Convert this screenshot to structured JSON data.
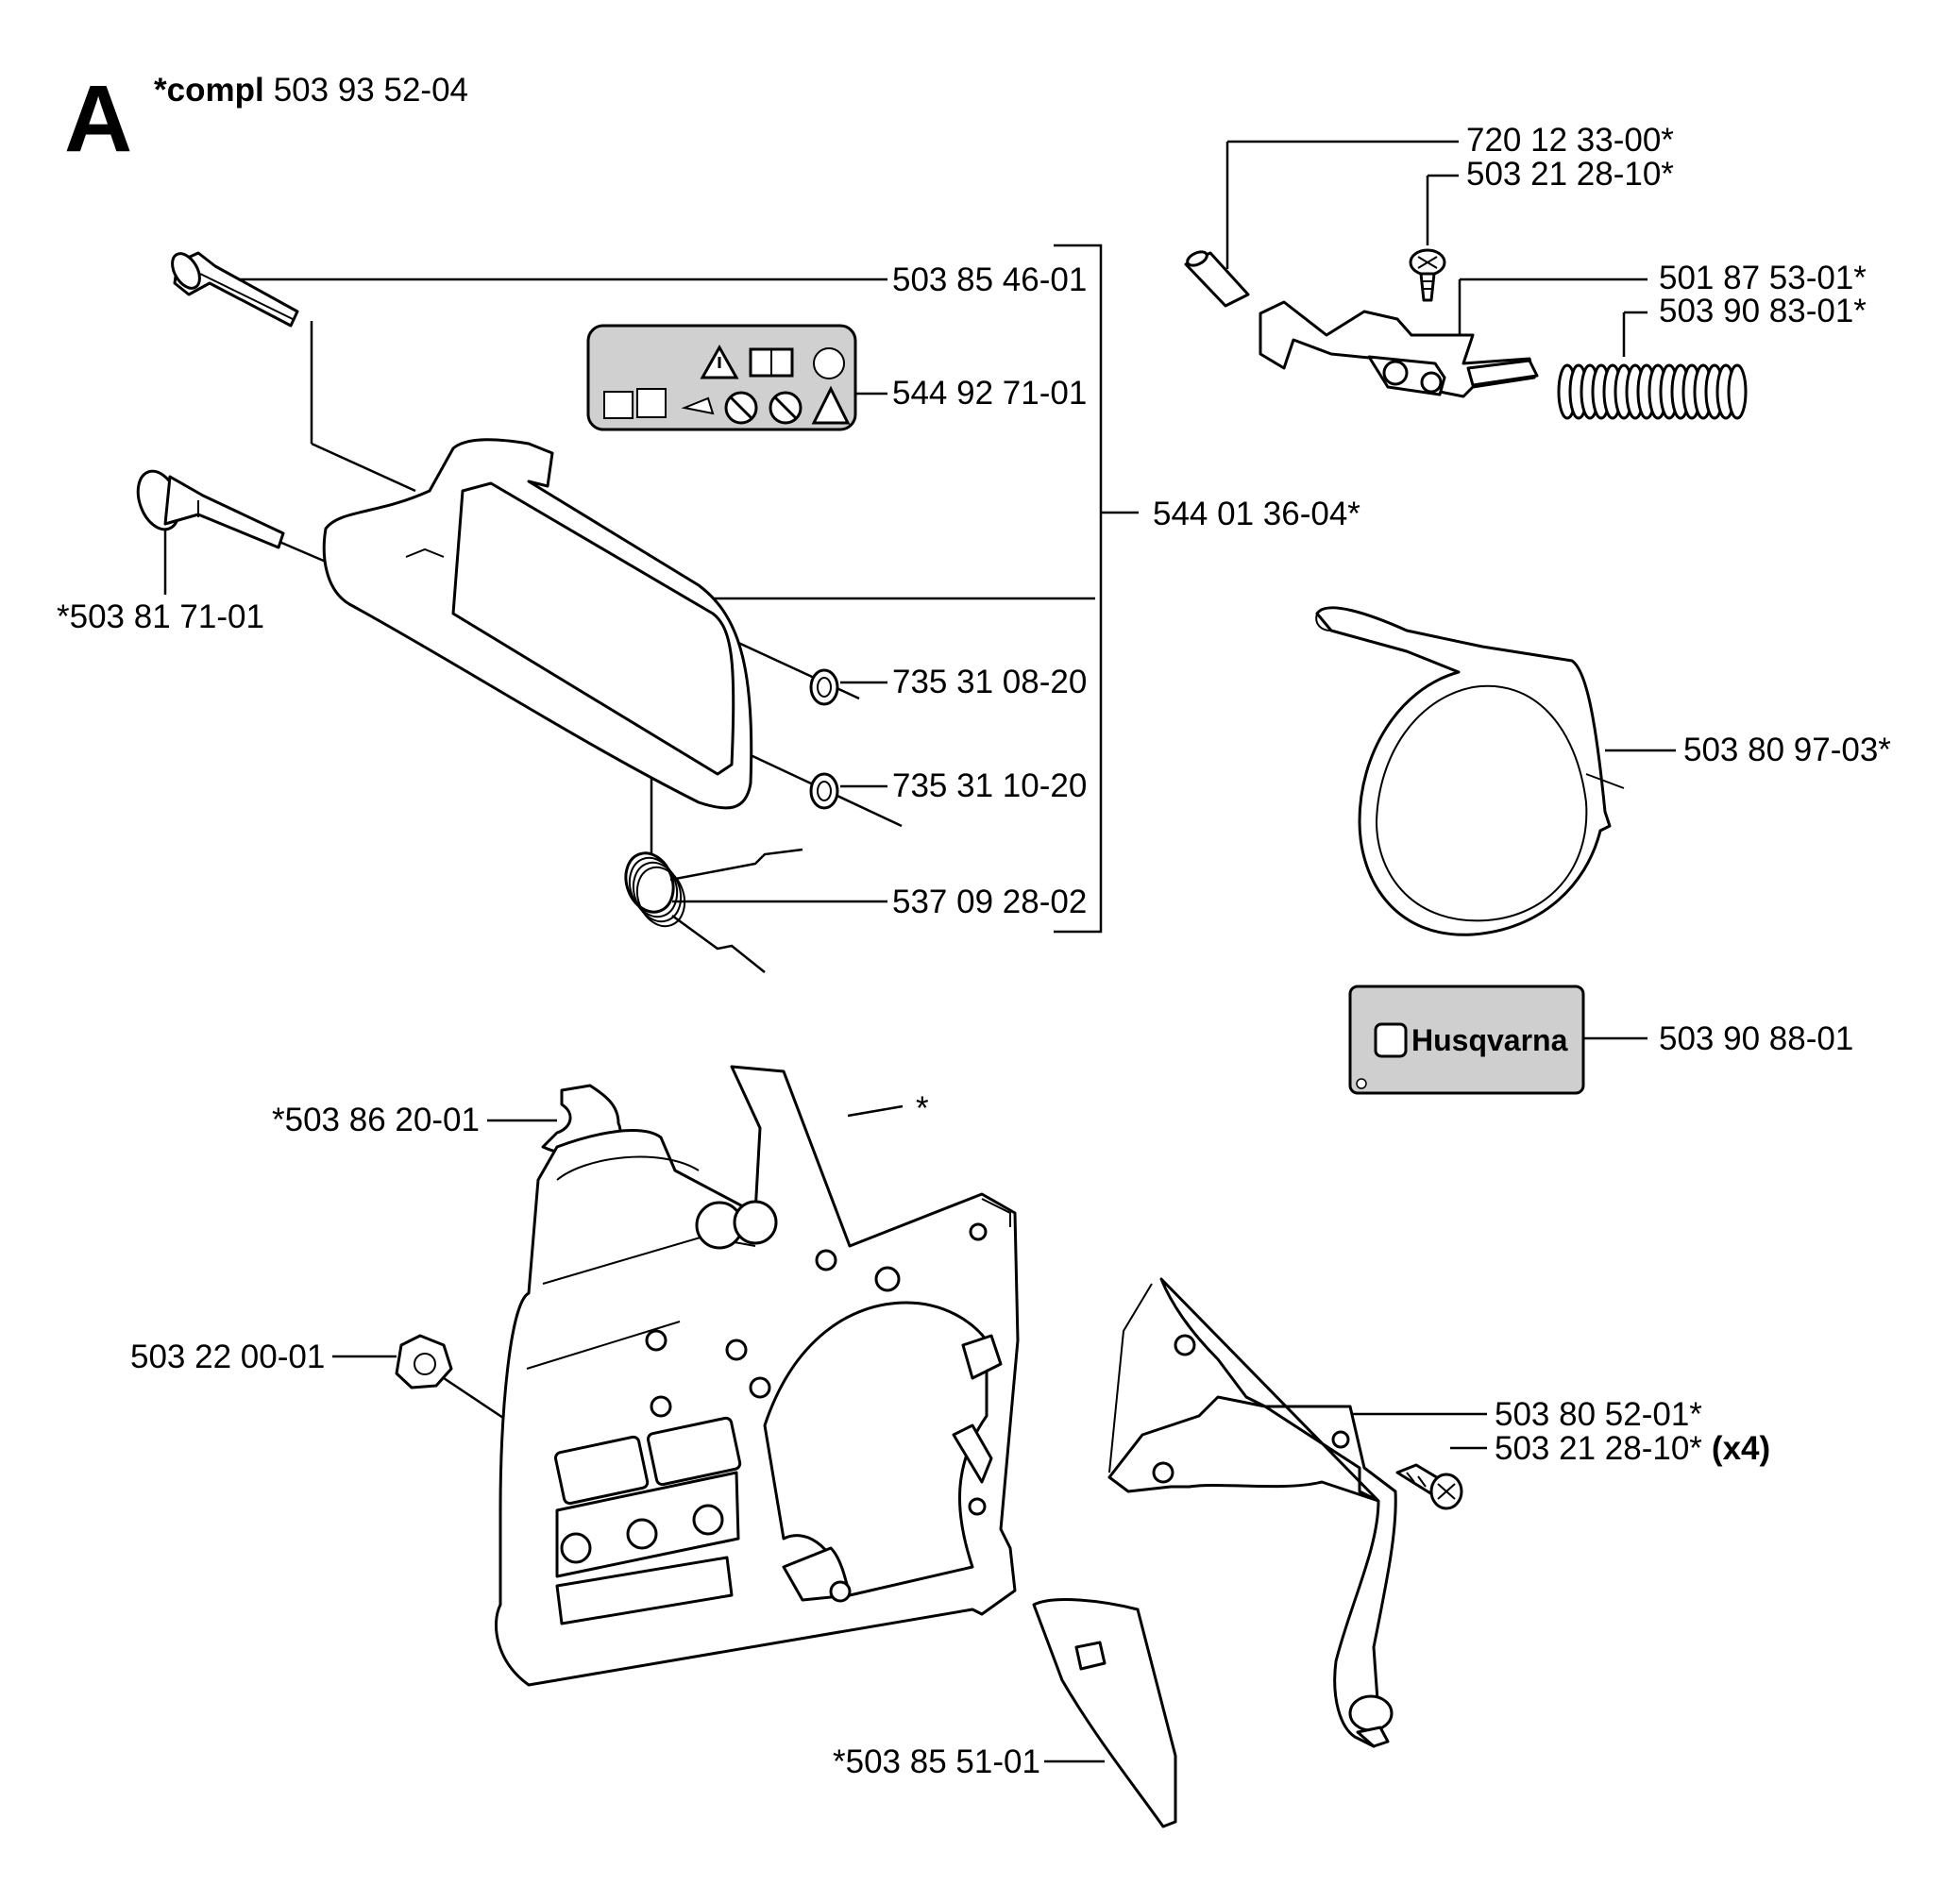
{
  "header": {
    "section_letter": "A",
    "compl_prefix": "*compl",
    "compl_number": "503 93 52-04"
  },
  "decal_logo_text": "Husqvarna",
  "callouts": [
    "720 12 33-00*",
    "503 21 28-10*",
    "501 87 53-01*",
    "503 90 83-01*",
    "503 85 46-01",
    "544 92 71-01",
    "544 01 36-04*",
    "*503 81 71-01",
    "735 31 08-20",
    "735 31 10-20",
    "537 09 28-02",
    "503 80 97-03*",
    "503 90 88-01",
    "*503 86 20-01",
    "*",
    "503 22 00-01",
    "503 80 52-01*",
    "503 21 28-10*",
    "*503 85 51-01"
  ],
  "quantity_note": "(x4)"
}
